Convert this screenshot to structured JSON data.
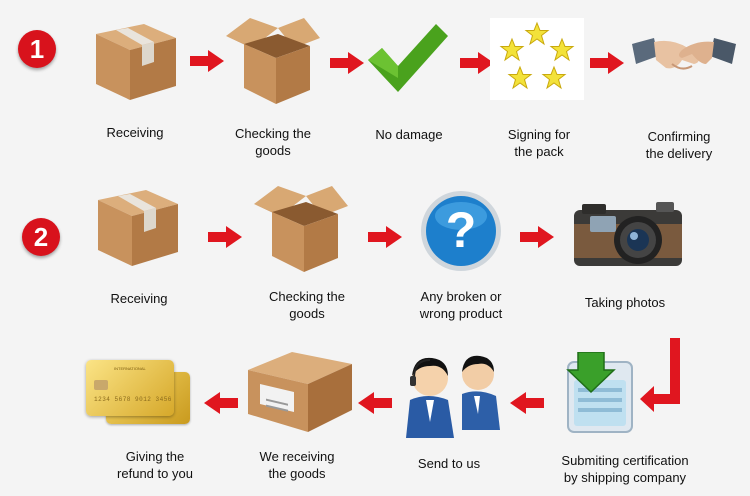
{
  "steps": {
    "row1_number": "1",
    "row2_number": "2"
  },
  "row1": {
    "receiving": "Receiving",
    "checking": "Checking the\ngoods",
    "no_damage": "No damage",
    "signing": "Signing for\nthe pack",
    "confirming": "Confirming\nthe delivery"
  },
  "row2": {
    "receiving": "Receiving",
    "checking": "Checking the\ngoods",
    "broken": "Any broken or\nwrong product",
    "photos": "Taking photos"
  },
  "row3": {
    "certification": "Submiting certification\nby shipping company",
    "send": "Send to us",
    "we_receiving": "We receiving\nthe goods",
    "refund": "Giving the\nrefund to you"
  },
  "colors": {
    "arrow": "#e0161f",
    "badge": "#d8121c",
    "box": "#c8925d"
  },
  "icons": {
    "question_mark": "?",
    "card_brand": "INTERNATIONAL",
    "card_number": "1234 5678 9012 3456"
  }
}
